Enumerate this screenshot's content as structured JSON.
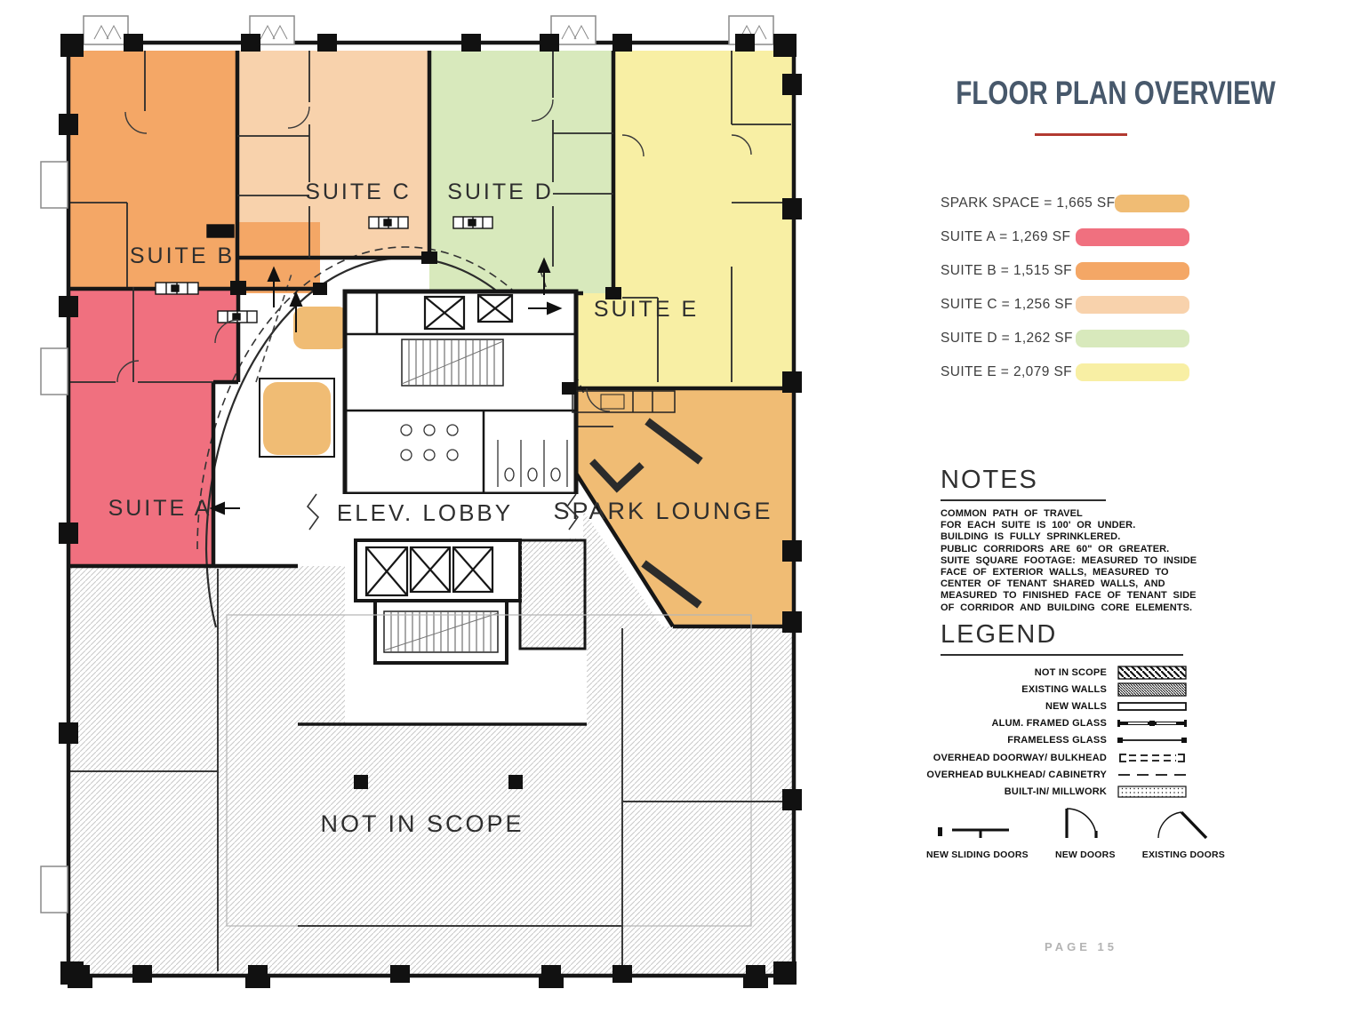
{
  "page": {
    "title": "FLOOR PLAN OVERVIEW",
    "page_label": "PAGE 15",
    "accent_red": "#b23a31",
    "title_color": "#47586b"
  },
  "suite_key": {
    "items": [
      {
        "label": "SPARK SPACE = 1,665 SF",
        "color": "#f0bc74"
      },
      {
        "label": "SUITE A = 1,269 SF",
        "color": "#f0707f"
      },
      {
        "label": "SUITE B = 1,515 SF",
        "color": "#f4a766"
      },
      {
        "label": "SUITE C = 1,256 SF",
        "color": "#f8d2ac"
      },
      {
        "label": "SUITE D = 1,262 SF",
        "color": "#d8e9bc"
      },
      {
        "label": "SUITE E = 2,079 SF",
        "color": "#f8efa4"
      }
    ]
  },
  "notes": {
    "heading": "NOTES",
    "lines": [
      "COMMON PATH OF TRAVEL",
      "FOR EACH SUITE IS 100' OR UNDER.",
      "BUILDING IS FULLY SPRINKLERED.",
      "PUBLIC CORRIDORS ARE 60\" OR GREATER.",
      "SUITE SQUARE FOOTAGE: MEASURED TO INSIDE",
      "FACE OF EXTERIOR WALLS, MEASURED TO",
      "CENTER OF TENANT SHARED WALLS, AND",
      "MEASURED TO FINISHED FACE OF TENANT SIDE",
      "OF CORRIDOR AND BUILDING CORE ELEMENTS."
    ]
  },
  "legend": {
    "heading": "LEGEND",
    "items": [
      "NOT IN SCOPE",
      "EXISTING WALLS",
      "NEW WALLS",
      "ALUM. FRAMED GLASS",
      "FRAMELESS GLASS",
      "OVERHEAD DOORWAY/ BULKHEAD",
      "OVERHEAD BULKHEAD/ CABINETRY",
      "BUILT-IN/ MILLWORK"
    ],
    "door_items": [
      "NEW SLIDING DOORS",
      "NEW DOORS",
      "EXISTING DOORS"
    ]
  },
  "plan": {
    "labels": {
      "suite_a": "SUITE A",
      "suite_b": "SUITE B",
      "suite_c": "SUITE C",
      "suite_d": "SUITE D",
      "suite_e": "SUITE E",
      "elev_lobby": "ELEV. LOBBY",
      "spark_lounge": "SPARK LOUNGE",
      "not_in_scope": "NOT IN SCOPE"
    },
    "colors": {
      "spark": "#f0bc74",
      "suite_a": "#f0707f",
      "suite_b": "#f4a766",
      "suite_c": "#f8d2ac",
      "suite_d": "#d8e9bc",
      "suite_e": "#f8efa4"
    }
  }
}
